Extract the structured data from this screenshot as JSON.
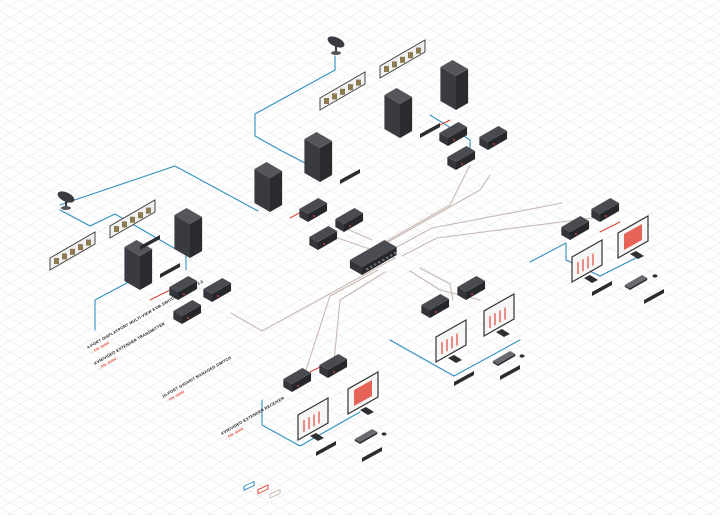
{
  "colors": {
    "background": "#ffffff",
    "grid": "#e6e6e6",
    "blue_link": "#2f8fbf",
    "red_link": "#d8453a",
    "gray_link": "#b9a9a3",
    "device_dark": "#2e2f33",
    "device_mid": "#3c3d42",
    "accent": "#e24a3b"
  },
  "labels": {
    "kvm_switch": "4-PORT DISPLAYPORT MULTI-VIEW KVM SWITCH WITH USB 3.0",
    "kvm_switch_sku": "→ P/N: 00000",
    "extender_tx": "KVM/VIDEO EXTENDER TRANSMITTER",
    "extender_tx_sku": "→ P/N: 00000",
    "poe_switch": "16-PORT GIGABIT MANAGED SWITCH",
    "poe_switch_sku": "→ P/N: 00000",
    "extender_rx": "KVM/VIDEO EXTENDER RECEIVER",
    "extender_rx_sku": "→ P/N: 00000"
  },
  "icons": [
    "camera-icon",
    "camera-rack-icon",
    "server-tower-icon",
    "kvm-box-icon",
    "network-switch-icon",
    "monitor-icon",
    "keyboard-icon",
    "mouse-icon"
  ]
}
